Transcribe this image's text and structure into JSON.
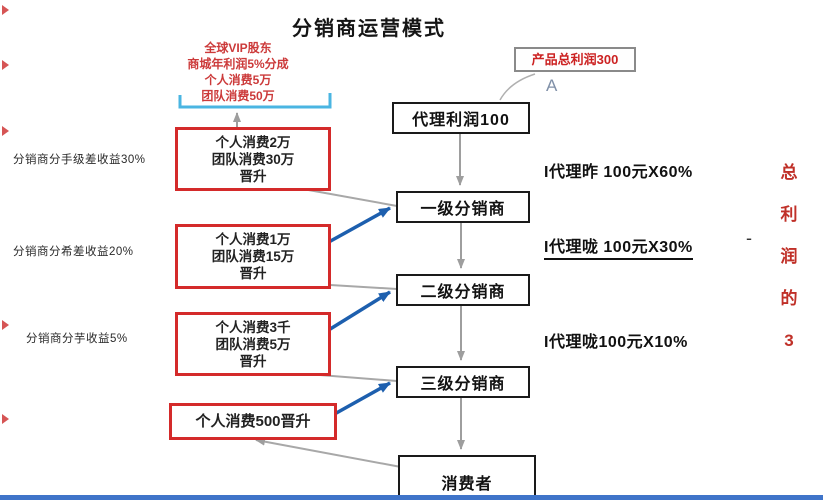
{
  "title": "分销商运营模式",
  "vip_note": {
    "lines": [
      "全球VIP股东",
      "商城年利润5%分成",
      "个人消费5万",
      "团队消费50万"
    ]
  },
  "profit_box": {
    "label": "产品总利润300"
  },
  "letter_a": "A",
  "flow_boxes": [
    "代理利润100",
    "一级分销商",
    "二级分销商",
    "三级分销商",
    "消费者"
  ],
  "red_boxes": [
    {
      "lines": [
        "个人消费2万",
        "团队消费30万",
        "晋升"
      ]
    },
    {
      "lines": [
        "个人消费1万",
        "团队消费15万",
        "晋升"
      ]
    },
    {
      "lines": [
        "个人消费3千",
        "团队消费5万",
        "晋升"
      ]
    },
    {
      "lines": [
        "个人消费500晋升"
      ]
    }
  ],
  "left_labels": [
    {
      "text": "分销商分手级差收益30%"
    },
    {
      "text": "分销商分希差收益20%"
    },
    {
      "text": "分销商分芋收益5%"
    }
  ],
  "right_notes": [
    {
      "text": "I代理昨  100元X60%"
    },
    {
      "text": "I代理咙  100元X30%"
    },
    {
      "text": "I代理咙100元X10%"
    }
  ],
  "dash": "-",
  "vertical_text": [
    "总",
    "利",
    "润",
    "的",
    "3"
  ],
  "colors": {
    "red_accent": "#cc2222",
    "red_box_border": "#d42a2a",
    "blue_arrow": "#1d5fae",
    "cyan_bracket": "#4ab5e2",
    "gray_arrow": "#9e9e9e",
    "bottom_bar": "#3f74c9"
  }
}
